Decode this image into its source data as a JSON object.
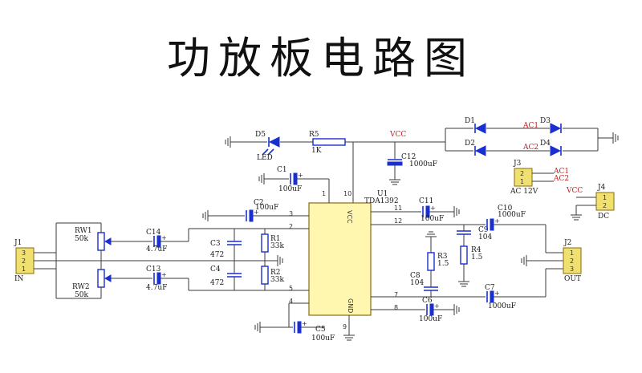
{
  "title": "功放板电路图",
  "colors": {
    "ic_fill": "#FFF7B0",
    "ic_stroke": "#8A6A10",
    "component": "#1A2FD0",
    "vcc": "#C02020",
    "connector_fill": "#F0E070"
  },
  "labels": {
    "d5": "D5",
    "led": "LED",
    "r5": "R5",
    "r5v": "1K",
    "vcc_top": "VCC",
    "c12": "C12",
    "c12v": "1000uF",
    "d1": "D1",
    "d2": "D2",
    "d3": "D3",
    "d4": "D4",
    "ac1": "AC1",
    "ac2": "AC2",
    "j3": "J3",
    "j3v": "AC 12V",
    "j3p2": "2",
    "j3p1": "1",
    "j3a1": "AC1",
    "j3a2": "AC2",
    "j4": "J4",
    "j4v": "DC",
    "j4vcc": "VCC",
    "j4p1": "1",
    "j4p2": "2",
    "c1": "C1",
    "c1v": "100uF",
    "c2": "C2",
    "c2v": "100uF",
    "u1": "U1",
    "u1v": "TDA1392",
    "u1vcc": "VCC",
    "u1gnd": "GND",
    "pin1": "1",
    "pin2": "2",
    "pin3": "3",
    "pin4": "4",
    "pin5": "5",
    "pin7": "7",
    "pin8": "8",
    "pin9": "9",
    "pin10": "10",
    "pin11": "11",
    "pin12": "12",
    "j1": "J1",
    "j1v": "IN",
    "j1p3": "3",
    "j1p2": "2",
    "j1p1": "1",
    "rw1": "RW1",
    "rw1v": "50k",
    "rw2": "RW2",
    "rw2v": "50k",
    "c14": "C14",
    "c14v": "4.7uF",
    "c13": "C13",
    "c13v": "4.7uF",
    "c3": "C3",
    "c3v": "472",
    "c4": "C4",
    "c4v": "472",
    "r1": "R1",
    "r1v": "33k",
    "r2": "R2",
    "r2v": "33k",
    "c5": "C5",
    "c5v": "100uF",
    "c11": "C11",
    "c11v": "100uF",
    "c9": "C9",
    "c9v": "104",
    "r4": "R4",
    "r4v": "1.5",
    "c10": "C10",
    "c10v": "1000uF",
    "r3": "R3",
    "r3v": "1.5",
    "c8": "C8",
    "c8v": "104",
    "c6": "C6",
    "c6v": "100uF",
    "c7": "C7",
    "c7v": "1000uF",
    "j2": "J2",
    "j2v": "OUT",
    "j2p1": "1",
    "j2p2": "2",
    "j2p3": "3"
  }
}
